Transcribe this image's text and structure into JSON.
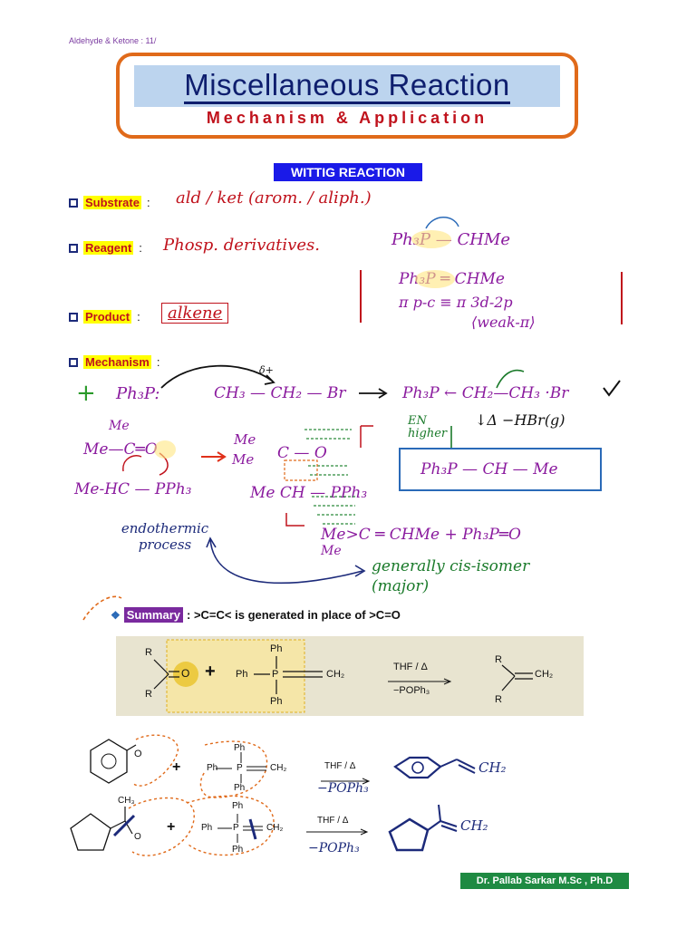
{
  "header_ref": "Aldehyde & Ketone : 11/",
  "title": {
    "main": "Miscellaneous Reaction",
    "sub": "Mechanism & Application"
  },
  "section_title": "WITTIG REACTION",
  "rows": {
    "substrate": {
      "label": "Substrate",
      "value": "ald / ket (arom. / aliph.)"
    },
    "reagent": {
      "label": "Reagent",
      "value": "Phosp. derivatives.",
      "formula": "Ph₃P — CHMe"
    },
    "product": {
      "label": "Product",
      "value": "alkene"
    },
    "mechanism": {
      "label": "Mechanism"
    }
  },
  "ylide_note": {
    "line1": "Ph₃P ═ CHMe",
    "line2": "π p-c ≡ π 3d-2p",
    "line3": "⟨weak-π⟩"
  },
  "mechanism": {
    "step1_reactant_a": "Ph₃P:",
    "step1_reactant_b": "CH₃ — CH₂ — Br",
    "delta_plus": "δ+",
    "step1_product": "Ph₃P ← CH₂—CH₃ ·Br",
    "en_note": "EN higher",
    "elimination": "↓Δ  −HBr(g)",
    "ylide_boxed": "Ph₃P — CH — Me",
    "carbonyl_me_top": "Me",
    "carbonyl": "Me—C═O",
    "carbanion": "Me-HC — PPh₃",
    "betaine_me1": "Me",
    "betaine_me2": "Me",
    "betaine_c": "C — O",
    "betaine_bottom": "Me CH — PPh₃",
    "product_line": "Me>C ═ CHMe  +  Ph₃P═O",
    "product_me_bottom": "Me",
    "endothermic": "endothermic process",
    "isomer_note": "generally cis-isomer (major)"
  },
  "summary": {
    "label": "Summary",
    "text": ": >C=C< is generated in place of >C=O"
  },
  "scheme": {
    "r": "R",
    "o": "O",
    "plus": "+",
    "ph": "Ph",
    "p": "P",
    "ch2": "CH₂",
    "conditions_top": "THF / Δ",
    "conditions_bottom": "−POPh₃"
  },
  "examples": [
    {
      "conditions_top": "THF / Δ",
      "conditions_bottom": "−POPh₃",
      "product_label": "CH₂"
    },
    {
      "substituent": "CH₃",
      "conditions_top": "THF / Δ",
      "conditions_bottom": "−POPh₃",
      "product_label": "CH₂"
    }
  ],
  "footer": "Dr. Pallab Sarkar M.Sc , Ph.D",
  "colors": {
    "title_border": "#e06a1a",
    "title_band": "#bcd4ee",
    "section_band": "#1a1ae8",
    "highlight": "#ffff00",
    "footer_band": "#1e8a42"
  }
}
